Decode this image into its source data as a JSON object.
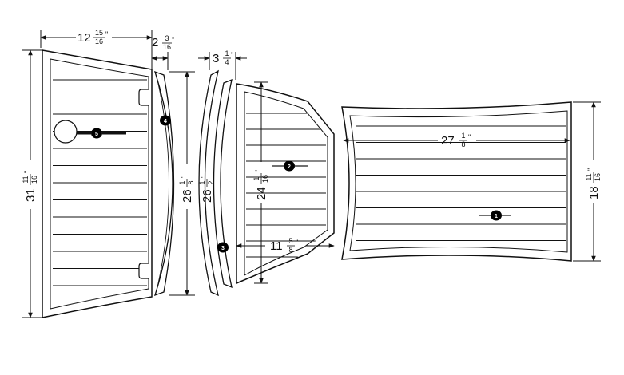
{
  "colors": {
    "line": "#111111",
    "background": "#ffffff",
    "badge": "#000000",
    "badge_text": "#ffffff"
  },
  "dimensions": {
    "top_width": {
      "whole": "12",
      "num": "15",
      "den": "16"
    },
    "strip_width": {
      "whole": "2",
      "num": "3",
      "den": "16"
    },
    "gap_width": {
      "whole": "3",
      "num": "1",
      "den": "4"
    },
    "left_height": {
      "whole": "31",
      "num": "11",
      "den": "16"
    },
    "strip_height_a": {
      "whole": "26",
      "num": "1",
      "den": "8"
    },
    "strip_height_b": {
      "whole": "26",
      "num": "1",
      "den": "2"
    },
    "mid_height": {
      "whole": "24",
      "num": "1",
      "den": "16"
    },
    "mid_width": {
      "whole": "11",
      "num": "5",
      "den": "8"
    },
    "right_width": {
      "whole": "27",
      "num": "1",
      "den": "8"
    },
    "right_height": {
      "whole": "18",
      "num": "11",
      "den": "16"
    }
  },
  "parts": [
    {
      "id": "1"
    },
    {
      "id": "2"
    },
    {
      "id": "3"
    },
    {
      "id": "4"
    },
    {
      "id": "5"
    }
  ]
}
